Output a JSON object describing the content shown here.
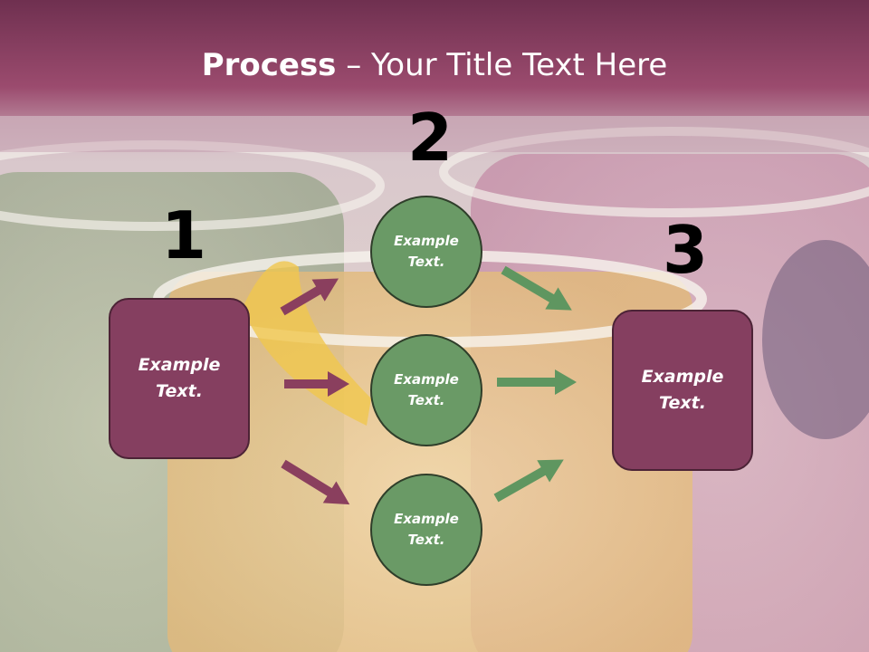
{
  "slide": {
    "title_bold": "Process",
    "title_rest": " – Your Title Text Here"
  },
  "steps": [
    {
      "number": "1",
      "label": "Example\nText."
    },
    {
      "number": "2",
      "label": "Example\nText."
    },
    {
      "number": "3",
      "label": "Example\nText."
    }
  ],
  "middle_nodes": [
    {
      "label": "Example\nText."
    },
    {
      "label": "Example\nText."
    },
    {
      "label": "Example\nText."
    }
  ],
  "colors": {
    "header_band": "#9b4b6e",
    "box_fill": "#853f60",
    "circle_fill": "#6a9a66",
    "arrow_left": "#8a3f5e",
    "arrow_right": "#5f9660"
  }
}
